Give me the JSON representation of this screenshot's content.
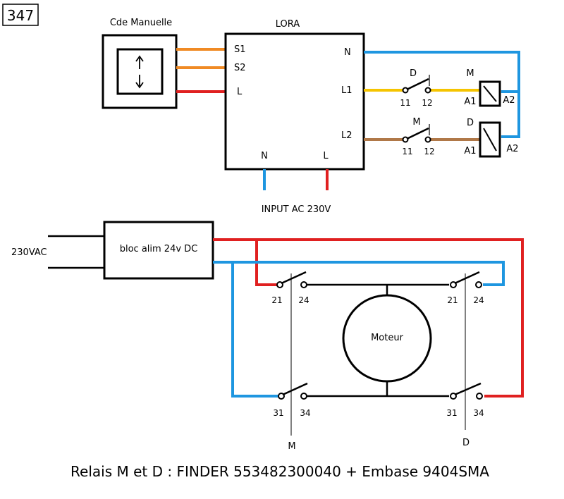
{
  "diagram_id": "347",
  "manual_control": {
    "title": "Cde Manuelle",
    "symbol": "↑↓"
  },
  "lora": {
    "title": "LORA",
    "pin_s1": "S1",
    "pin_s2": "S2",
    "pin_l": "L",
    "pin_n_out": "N",
    "pin_l1": "L1",
    "pin_l2": "L2",
    "pin_n_in": "N",
    "pin_l_in": "L"
  },
  "input_label": "INPUT AC 230V",
  "relay_circuit": {
    "contact_d_label": "D",
    "contact_m_label": "M",
    "coil_m_label": "M",
    "coil_d_label": "D",
    "pin_11": "11",
    "pin_12": "12",
    "pin_a1": "A1",
    "pin_a2": "A2"
  },
  "power_supply": {
    "mains_label": "230VAC",
    "title": "bloc alim 24v DC"
  },
  "motor_circuit": {
    "motor_label": "Moteur",
    "pin_21": "21",
    "pin_24": "24",
    "pin_31": "31",
    "pin_34": "34",
    "relay_m_label": "M",
    "relay_d_label": "D"
  },
  "caption": "Relais M et D : FINDER 553482300040 + Embase 9404SMA",
  "colors": {
    "orange": "#f08a24",
    "red": "#e02020",
    "blue": "#1e96e0",
    "yellow": "#f5c400",
    "brown": "#b07848",
    "black": "#000000"
  }
}
